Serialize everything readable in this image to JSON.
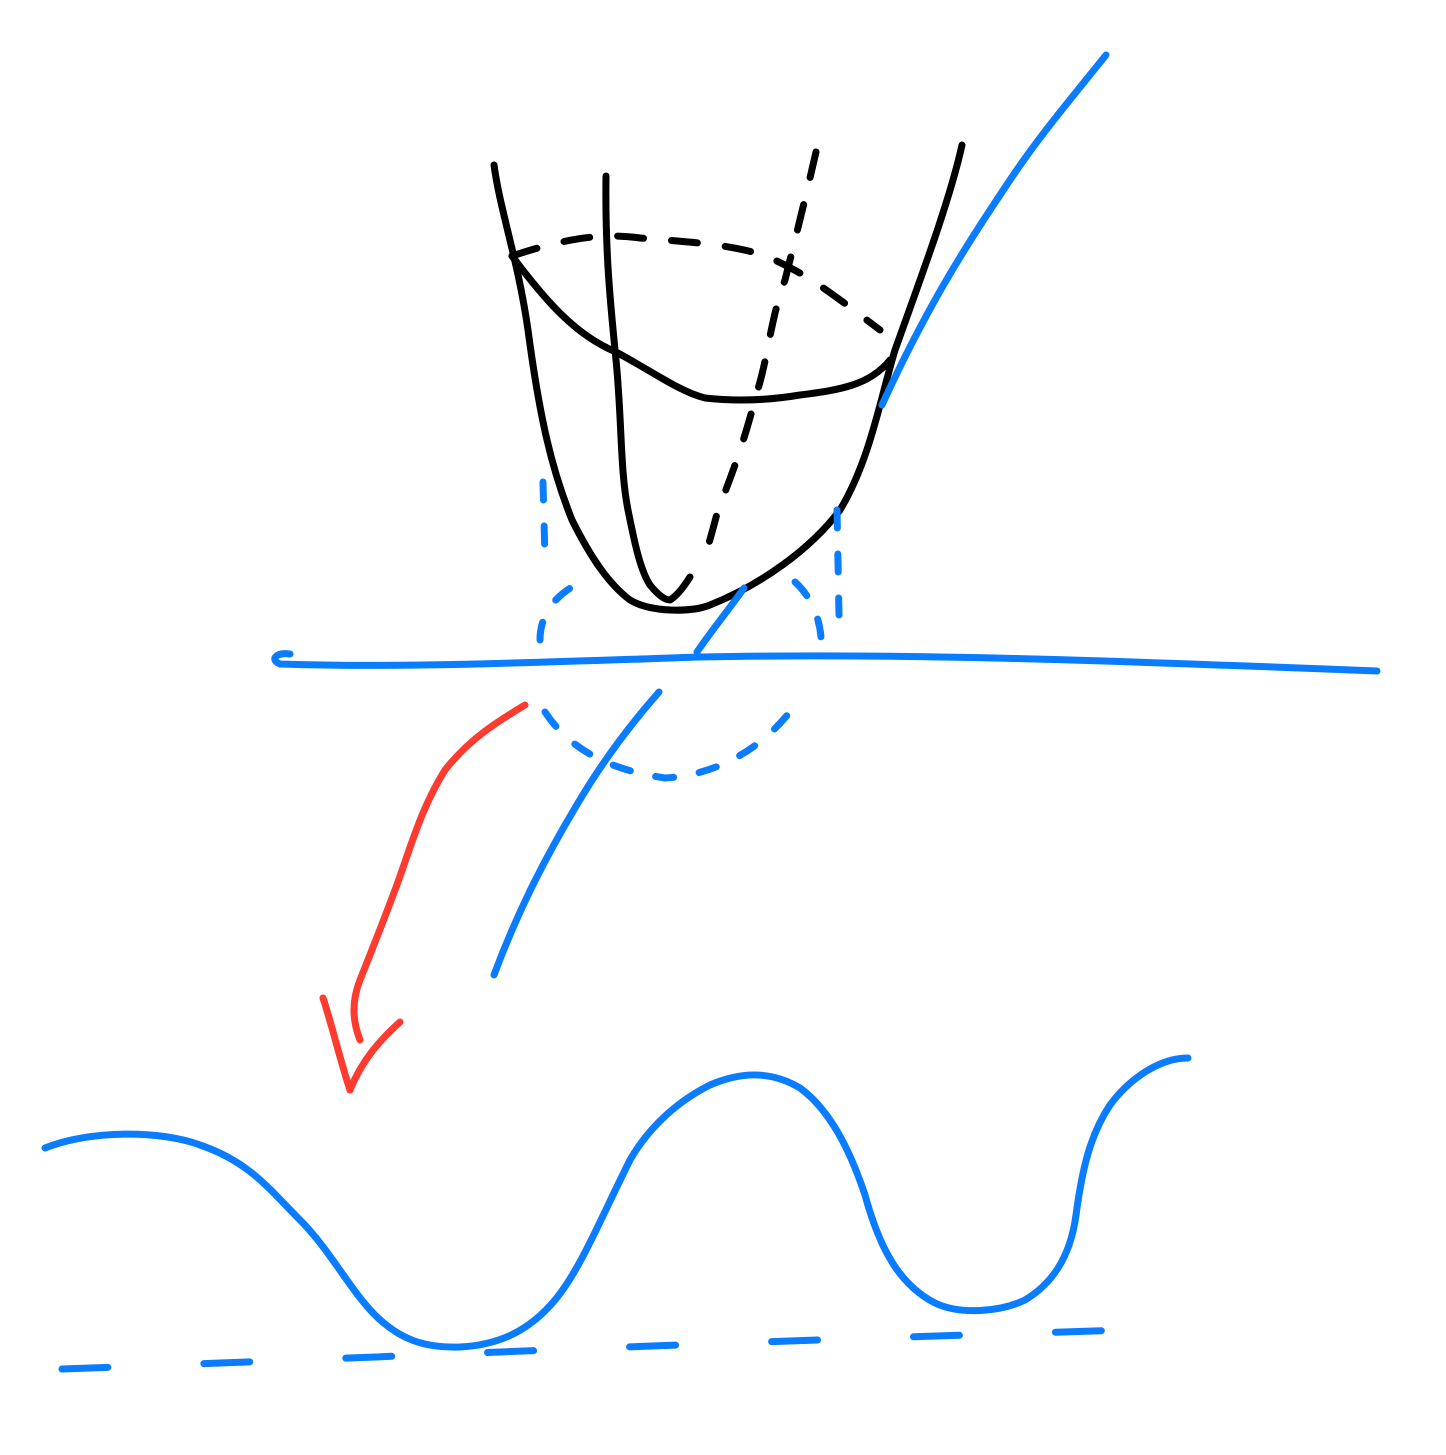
{
  "drawing": {
    "colors": {
      "black": "#000000",
      "blue": "#0a7cff",
      "red": "#ff3b30",
      "background": "#ffffff"
    },
    "elements": [
      "paraboloid-outline",
      "paraboloid-rim",
      "paraboloid-axis",
      "cutting-plane",
      "vertical-guides",
      "section-ellipse",
      "transform-arrow",
      "wave-curve",
      "wave-baseline"
    ]
  }
}
